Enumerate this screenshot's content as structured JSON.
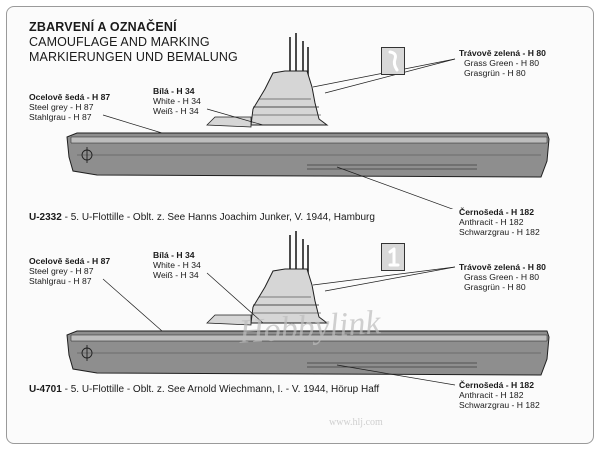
{
  "header": {
    "title_cz": "ZBARVENÍ A OZNAČENÍ",
    "title_en": "CAMOUFLAGE AND MARKING",
    "title_de": "MARKIERUNGEN UND BEMALUNG"
  },
  "boats": [
    {
      "labels": {
        "steel_cz": "Ocelově šedá - H 87",
        "steel_en": "Steel grey - H 87",
        "steel_de": "Stahlgrau - H 87",
        "white_cz": "Bílá - H 34",
        "white_en": "White - H 34",
        "white_de": "Weiß - H 34",
        "green_cz": "Trávově zelená - H 80",
        "green_en": "Grass Green - H 80",
        "green_de": "Grasgrün - H 80",
        "black_cz": "Černošedá - H 182",
        "black_en": "Anthracit - H 182",
        "black_de": "Schwarzgrau - H 182"
      },
      "caption_id": "U-2332",
      "caption_text": " - 5. U-Flottille - Oblt. z. See Hanns Joachim Junker, V. 1944, Hamburg",
      "emblem": "white-swan-neck-marking"
    },
    {
      "labels": {
        "steel_cz": "Ocelově šedá - H 87",
        "steel_en": "Steel grey - H 87",
        "steel_de": "Stahlgrau - H 87",
        "white_cz": "Bílá - H 34",
        "white_en": "White - H 34",
        "white_de": "Weiß - H 34",
        "green_cz": "Trávově zelená - H 80",
        "green_en": "Grass Green - H 80",
        "green_de": "Grasgrün - H 80",
        "black_cz": "Černošedá - H 182",
        "black_en": "Anthracit - H 182",
        "black_de": "Schwarzgrau - H 182"
      },
      "caption_id": "U-4701",
      "caption_text": " - 5. U-Flottille - Oblt. z. See  Arnold Wiechmann,  I. - V. 1944, Hörup Haff",
      "emblem": "white-numeral-1-marking"
    }
  ],
  "watermark": {
    "brand": "Hobbylink",
    "site": "www.hlj.com"
  },
  "colors": {
    "hull_grey": "#8e8e8e",
    "deck_light": "#cfcfcf",
    "outline": "#1f1f1f",
    "badge_bg": "#d8d8d8"
  }
}
